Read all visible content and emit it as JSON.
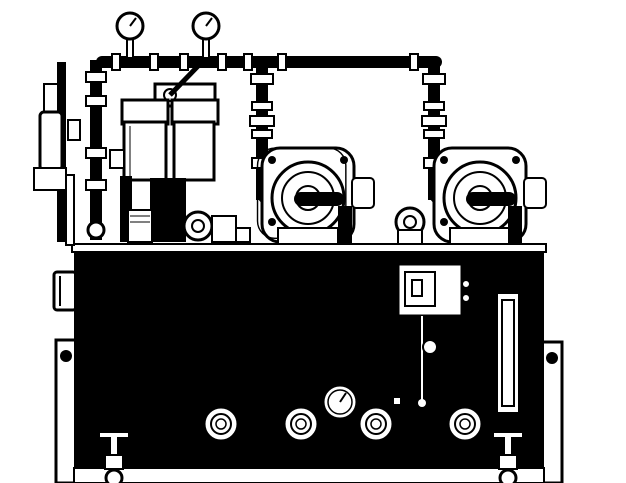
{
  "figure": {
    "kind": "technical line illustration",
    "palette": {
      "ink": "#000000",
      "paper": "#ffffff",
      "shade": "#e8e8e8"
    },
    "parts": {
      "pressure_gauges": 2,
      "pressure_gauges_on_panel": 1,
      "filters": 2,
      "motor_pumps": 2,
      "panel_fittings": 4,
      "drain_valves": 2
    }
  }
}
